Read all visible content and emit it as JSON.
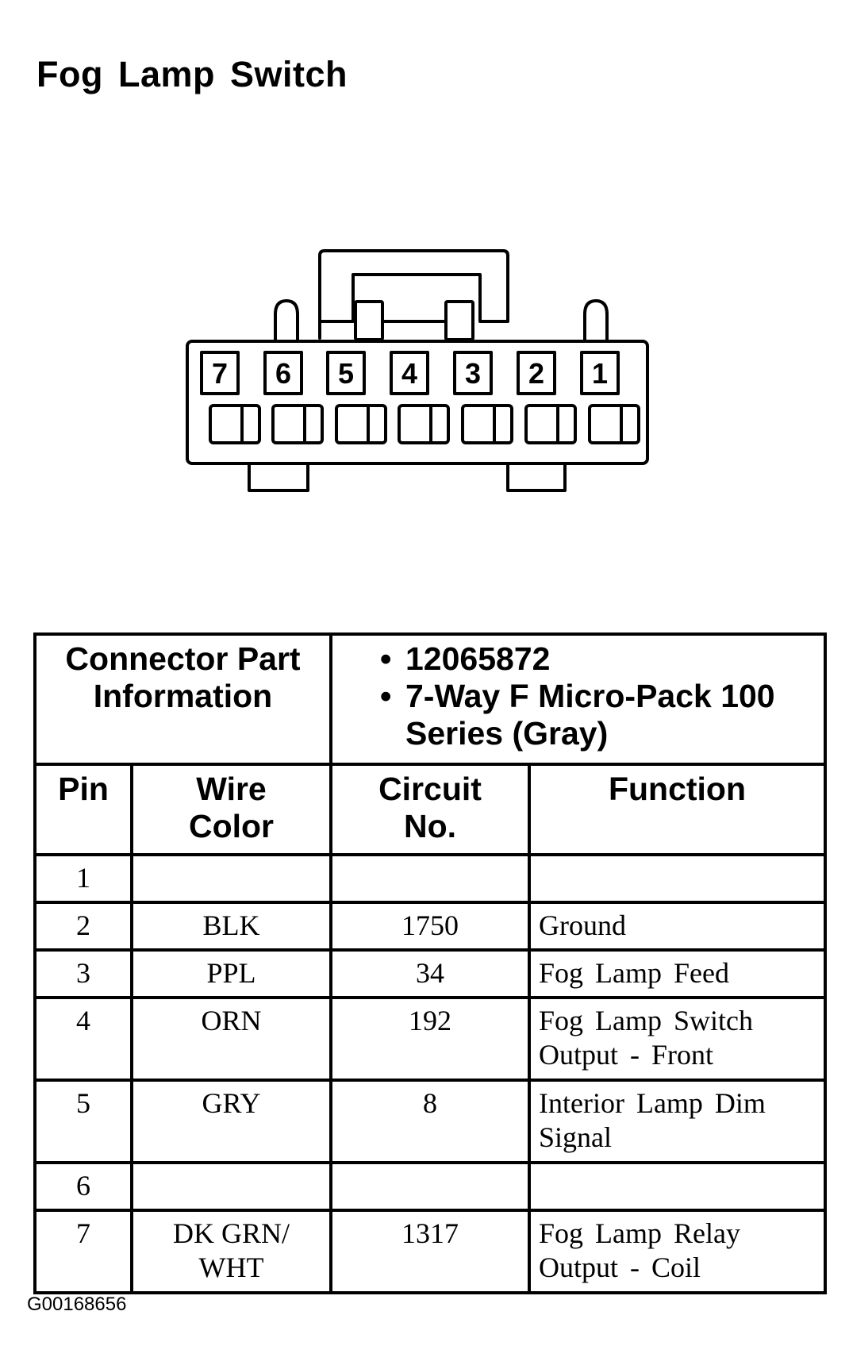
{
  "title": "Fog Lamp Switch",
  "connector": {
    "pin_labels": [
      "7",
      "6",
      "5",
      "4",
      "3",
      "2",
      "1"
    ]
  },
  "part_info": {
    "label_line1": "Connector Part",
    "label_line2": "Information",
    "bullet1": "12065872",
    "bullet2_line1": "7-Way F Micro-Pack 100",
    "bullet2_line2": "Series (Gray)"
  },
  "headers": {
    "pin": "Pin",
    "wire_color_line1": "Wire",
    "wire_color_line2": "Color",
    "circuit_line1": "Circuit",
    "circuit_line2": "No.",
    "function": "Function"
  },
  "rows": [
    {
      "pin": "1",
      "wire_line1": "",
      "wire_line2": "",
      "circuit": "",
      "function_line1": "",
      "function_line2": ""
    },
    {
      "pin": "2",
      "wire_line1": "BLK",
      "wire_line2": "",
      "circuit": "1750",
      "function_line1": "Ground",
      "function_line2": ""
    },
    {
      "pin": "3",
      "wire_line1": "PPL",
      "wire_line2": "",
      "circuit": "34",
      "function_line1": "Fog Lamp Feed",
      "function_line2": ""
    },
    {
      "pin": "4",
      "wire_line1": "ORN",
      "wire_line2": "",
      "circuit": "192",
      "function_line1": "Fog Lamp Switch",
      "function_line2": "Output - Front"
    },
    {
      "pin": "5",
      "wire_line1": "GRY",
      "wire_line2": "",
      "circuit": "8",
      "function_line1": "Interior Lamp Dim",
      "function_line2": "Signal"
    },
    {
      "pin": "6",
      "wire_line1": "",
      "wire_line2": "",
      "circuit": "",
      "function_line1": "",
      "function_line2": ""
    },
    {
      "pin": "7",
      "wire_line1": "DK GRN/",
      "wire_line2": "WHT",
      "circuit": "1317",
      "function_line1": "Fog Lamp Relay",
      "function_line2": "Output - Coil"
    }
  ],
  "footer_code": "G00168656"
}
